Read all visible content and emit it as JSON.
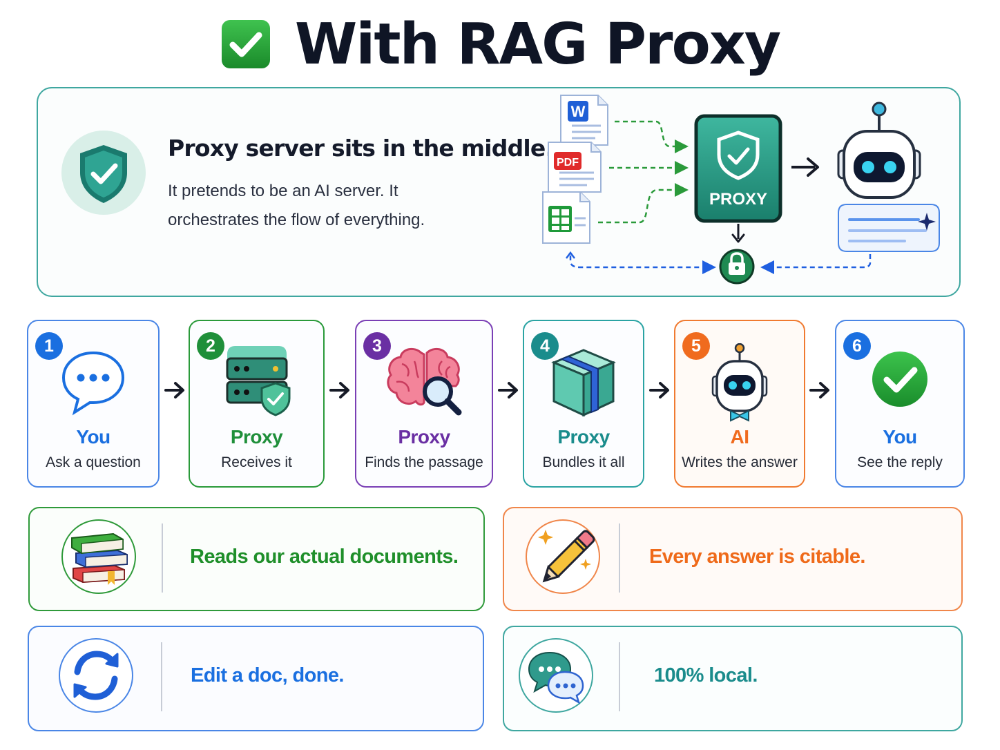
{
  "title": {
    "text": "With RAG Proxy"
  },
  "intro": {
    "heading": "Proxy server sits in the middle.",
    "description_line1": "It pretends to be an AI server. It",
    "description_line2": "orchestrates the flow of everything.",
    "docs": {
      "word_label": "W",
      "pdf_label": "PDF"
    },
    "proxy_label": "PROXY"
  },
  "steps": [
    {
      "number": "1",
      "actor": "You",
      "action": "Ask a question",
      "color": "#1a6fe0"
    },
    {
      "number": "2",
      "actor": "Proxy",
      "action": "Receives it",
      "color": "#1f8f3a"
    },
    {
      "number": "3",
      "actor": "Proxy",
      "action": "Finds the passage",
      "color": "#6a2fa3"
    },
    {
      "number": "4",
      "actor": "Proxy",
      "action": "Bundles it all",
      "color": "#1a8c8c"
    },
    {
      "number": "5",
      "actor": "AI",
      "action": "Writes the answer",
      "color": "#f06b1e"
    },
    {
      "number": "6",
      "actor": "You",
      "action": "See the reply",
      "color": "#1a6fe0"
    }
  ],
  "benefits": [
    {
      "text": "Reads our actual documents.",
      "color": "#1f8f2a"
    },
    {
      "text": "Every answer is citable.",
      "color": "#ef6a1a"
    },
    {
      "text": "Edit a doc, done.",
      "color": "#1a6fe0"
    },
    {
      "text": "100% local.",
      "color": "#1a8c8c"
    }
  ]
}
